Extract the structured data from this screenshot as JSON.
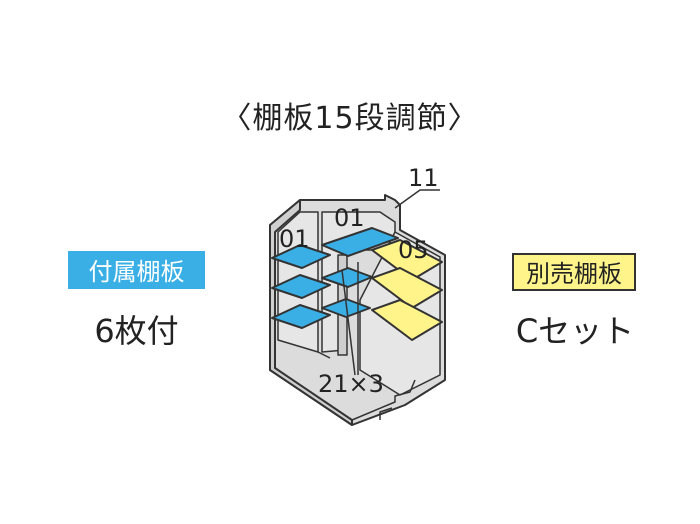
{
  "title": "〈棚板15段調節〉",
  "included_badge": "付属棚板",
  "included_caption": "6枚付",
  "optional_badge": "別売棚板",
  "optional_caption": "Cセット",
  "labels": {
    "top_right": "11",
    "left_top": "01",
    "mid_top": "01",
    "side_top": "05",
    "bottom": "21×3"
  },
  "colors": {
    "blue_shelf": "#3aafe6",
    "yellow_shelf": "#fff48a",
    "cabinet_fill": "#dcdcdc"
  }
}
